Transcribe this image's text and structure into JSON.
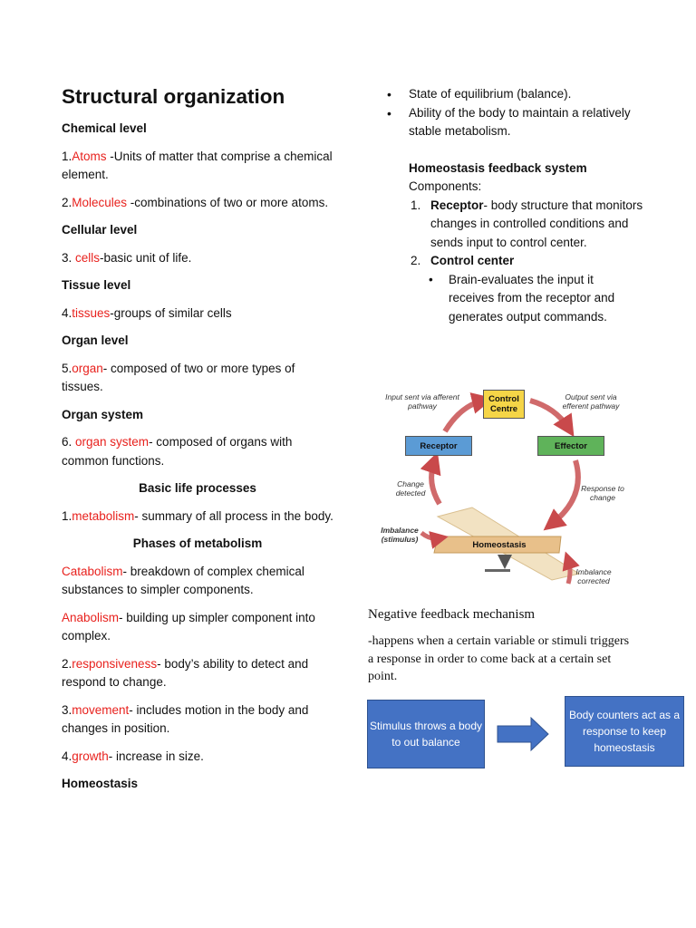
{
  "left": {
    "title": "Structural organization",
    "chemical_level": "Chemical level",
    "atoms": {
      "num": "1.",
      "term": "Atoms",
      "rest": " -Units of matter that comprise a chemical element."
    },
    "molecules": {
      "num": "2.",
      "term": "Molecules",
      "rest": " -combinations of two or more atoms."
    },
    "cellular_level": "Cellular level",
    "cells": {
      "num": "3. ",
      "term": "cells",
      "rest": "-basic unit of life."
    },
    "tissue_level": "Tissue level",
    "tissues": {
      "num": "4.",
      "term": "tissues",
      "rest": "-groups of similar cells"
    },
    "organ_level": "Organ level",
    "organ": {
      "num": "5.",
      "term": "organ",
      "rest": "- composed of two or more types of tissues."
    },
    "organ_system": "Organ system",
    "organ_sys": {
      "num": "6. ",
      "term": "organ system",
      "rest": "- composed of organs with common functions."
    },
    "basic_life": "Basic life processes",
    "metabolism": {
      "num": "1.",
      "term": "metabolism",
      "rest": "- summary of all process in the body."
    },
    "phases": "Phases of metabolism",
    "catabolism": {
      "term": "Catabolism",
      "rest": "- breakdown of complex chemical substances to simpler components."
    },
    "anabolism": {
      "term": "Anabolism",
      "rest": "- building up simpler component into complex."
    },
    "responsiveness": {
      "num": "2.",
      "term": "responsiveness",
      "rest": "- body’s ability to detect and respond to change."
    },
    "movement": {
      "num": "3.",
      "term": "movement",
      "rest": "- includes motion in the body and changes in position."
    },
    "growth": {
      "num": "4.",
      "term": "growth",
      "rest": "- increase in size."
    },
    "homeostasis": "Homeostasis"
  },
  "right": {
    "bullets": [
      "State of equilibrium (balance).",
      "Ability of the body to maintain a relatively stable metabolism."
    ],
    "feedback_title": "Homeostasis feedback system",
    "components": "Components:",
    "item1": {
      "num": "1.",
      "term": "Receptor",
      "rest": "- body structure that monitors changes in controlled conditions and sends input to control center."
    },
    "item2": {
      "num": "2.",
      "term": "Control center"
    },
    "sub_bullet": "Brain-evaluates the input it receives from the receptor and generates output commands."
  },
  "diagram": {
    "control": "Control Centre",
    "receptor": "Receptor",
    "effector": "Effector",
    "homeostasis": "Homeostasis",
    "input": "Input sent via afferent pathway",
    "output": "Output sent via efferent pathway",
    "change": "Change detected",
    "response": "Response to change",
    "imbalance": "Imbalance (stimulus)",
    "corrected": "Imbalance corrected",
    "colors": {
      "control": "#f5d547",
      "receptor": "#5b9bd5",
      "effector": "#5fb35a",
      "arrow": "#c9494b",
      "beam": "#e8c08a"
    }
  },
  "negative": {
    "title": "Negative feedback mechanism",
    "text": "-happens when a certain variable or stimuli triggers a response in order to come back at a certain set point.",
    "box1": "Stimulus throws a body to out balance",
    "box2": "Body counters act as a response to keep homeostasis"
  }
}
